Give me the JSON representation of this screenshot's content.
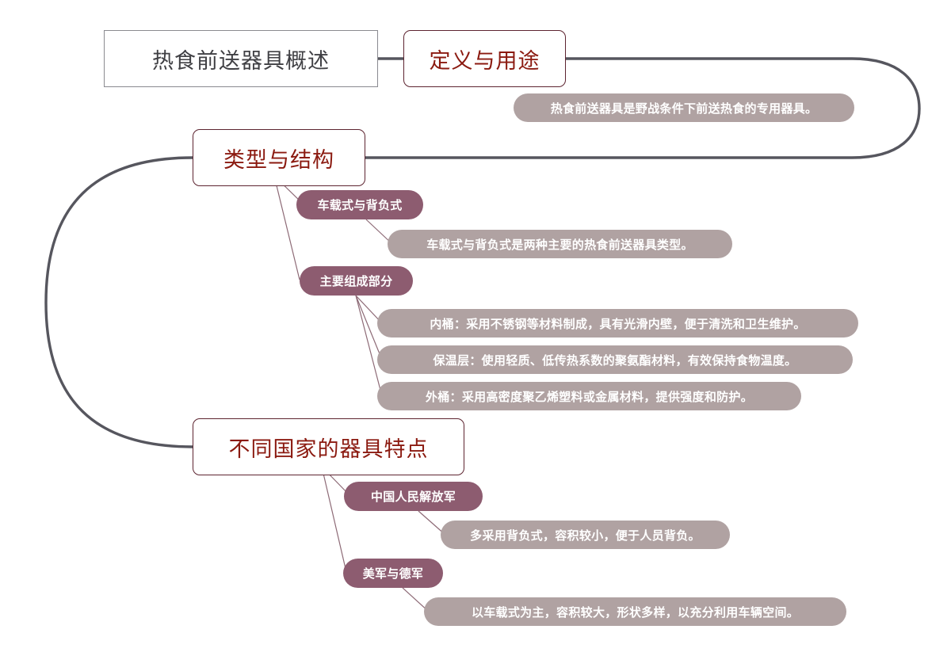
{
  "diagram": {
    "title": "热食前送器具概述",
    "type": "mindmap",
    "colors": {
      "root_border": "#8a8a90",
      "root_text": "#404044",
      "main_border": "#5d2430",
      "main_text": "#8b1a10",
      "sub_fill": "#8d5c70",
      "detail_fill": "#b0a2a2",
      "trunk_line": "#56565e",
      "thin_line": "#8d6a76",
      "background": "#ffffff"
    }
  },
  "root": {
    "label": "热食前送器具概述"
  },
  "branches": [
    {
      "label": "定义与用途",
      "children": [
        {
          "label": "",
          "details": [
            "热食前送器具是野战条件下前送热食的专用器具。"
          ]
        }
      ]
    },
    {
      "label": "类型与结构",
      "children": [
        {
          "label": "车载式与背负式",
          "details": [
            "车载式与背负式是两种主要的热食前送器具类型。"
          ]
        },
        {
          "label": "主要组成部分",
          "details": [
            "内桶：采用不锈钢等材料制成，具有光滑内壁，便于清洗和卫生维护。",
            "保温层：使用轻质、低传热系数的聚氨酯材料，有效保持食物温度。",
            "外桶：采用高密度聚乙烯塑料或金属材料，提供强度和防护。"
          ]
        }
      ]
    },
    {
      "label": "不同国家的器具特点",
      "children": [
        {
          "label": "中国人民解放军",
          "details": [
            "多采用背负式，容积较小，便于人员背负。"
          ]
        },
        {
          "label": "美军与德军",
          "details": [
            "以车载式为主，容积较大，形状多样，以充分利用车辆空间。"
          ]
        }
      ]
    }
  ],
  "nodes": {
    "root": "热食前送器具概述",
    "branch_definition": "定义与用途",
    "branch_types": "类型与结构",
    "branch_countries": "不同国家的器具特点",
    "sub_vehicle_backpack": "车载式与背负式",
    "sub_components": "主要组成部分",
    "sub_pla": "中国人民解放军",
    "sub_us_de": "美军与德军",
    "detail_definition": "热食前送器具是野战条件下前送热食的专用器具。",
    "detail_vehicle_backpack": "车载式与背负式是两种主要的热食前送器具类型。",
    "detail_inner": "内桶：采用不锈钢等材料制成，具有光滑内壁，便于清洗和卫生维护。",
    "detail_insulation": "保温层：使用轻质、低传热系数的聚氨酯材料，有效保持食物温度。",
    "detail_outer": "外桶：采用高密度聚乙烯塑料或金属材料，提供强度和防护。",
    "detail_pla": "多采用背负式，容积较小，便于人员背负。",
    "detail_us_de": "以车载式为主，容积较大，形状多样，以充分利用车辆空间。"
  }
}
